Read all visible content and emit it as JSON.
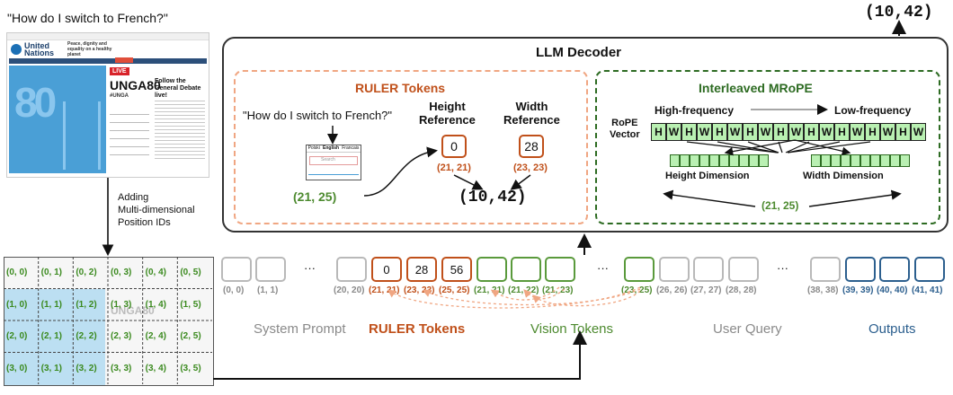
{
  "query_text": "\"How do I switch to French?\"",
  "top_output": "(10,42)",
  "webpage": {
    "brand": "United Nations",
    "tagline": "Peace, dignity and equality on a healthy planet",
    "live_badge": "LIVE",
    "event_title": "UNGA80",
    "event_sub": "#UNGA",
    "headline": "Follow the General Debate live!",
    "watermark": "UNGA80"
  },
  "adding_label": "Adding\nMulti-dimensional\nPosition IDs",
  "grid_cells": [
    [
      "(0, 0)",
      "(0, 1)",
      "(0, 2)",
      "(0, 3)",
      "(0, 4)",
      "(0, 5)"
    ],
    [
      "(1, 0)",
      "(1, 1)",
      "(1, 2)",
      "(1, 3)",
      "(1, 4)",
      "(1, 5)"
    ],
    [
      "(2, 0)",
      "(2, 1)",
      "(2, 2)",
      "(2, 3)",
      "(2, 4)",
      "(2, 5)"
    ],
    [
      "(3, 0)",
      "(3, 1)",
      "(3, 2)",
      "(3, 3)",
      "(3, 4)",
      "(3, 5)"
    ]
  ],
  "decoder": {
    "title": "LLM Decoder",
    "ruler": {
      "title": "RULER Tokens",
      "query": "\"How do I switch to French?\"",
      "height_ref_label": "Height\nReference",
      "width_ref_label": "Width\nReference",
      "height_value": "0",
      "width_value": "28",
      "height_coord": "(21, 21)",
      "width_coord": "(23, 23)",
      "target_coord": "(21, 25)",
      "result": "(10,42)",
      "mini_tabs": [
        "Polski",
        "English",
        "Francais"
      ],
      "mini_search": "Search"
    },
    "mrope": {
      "title": "Interleaved MRoPE",
      "high_freq": "High-frequency",
      "low_freq": "Low-frequency",
      "vector_label": "RoPE\nVector",
      "vector": [
        "H",
        "W",
        "H",
        "W",
        "H",
        "W",
        "H",
        "W",
        "H",
        "W",
        "H",
        "W",
        "H",
        "W",
        "H",
        "W",
        "H",
        "W"
      ],
      "height_dim": "Height Dimension",
      "width_dim": "Width Dimension",
      "coord": "(21, 25)"
    }
  },
  "sequence": {
    "ellipsis": "···",
    "tokens": [
      {
        "text": "",
        "pos": "(0, 0)",
        "kind": "gray"
      },
      {
        "text": "",
        "pos": "(1, 1)",
        "kind": "gray"
      },
      {
        "text": "",
        "pos": "(20, 20)",
        "kind": "gray"
      },
      {
        "text": "0",
        "pos": "(21, 21)",
        "kind": "ruler"
      },
      {
        "text": "28",
        "pos": "(23, 23)",
        "kind": "ruler"
      },
      {
        "text": "56",
        "pos": "(25, 25)",
        "kind": "ruler"
      },
      {
        "text": "",
        "pos": "(21, 21)",
        "kind": "vision"
      },
      {
        "text": "",
        "pos": "(21, 22)",
        "kind": "vision"
      },
      {
        "text": "",
        "pos": "(21, 23)",
        "kind": "vision"
      },
      {
        "text": "",
        "pos": "(23, 25)",
        "kind": "vision"
      },
      {
        "text": "",
        "pos": "(26, 26)",
        "kind": "gray"
      },
      {
        "text": "",
        "pos": "(27, 27)",
        "kind": "gray"
      },
      {
        "text": "",
        "pos": "(28, 28)",
        "kind": "gray"
      },
      {
        "text": "",
        "pos": "(38, 38)",
        "kind": "gray"
      },
      {
        "text": "",
        "pos": "(39, 39)",
        "kind": "out"
      },
      {
        "text": "",
        "pos": "(40, 40)",
        "kind": "out"
      },
      {
        "text": "",
        "pos": "(41, 41)",
        "kind": "out"
      }
    ],
    "categories": [
      "System Prompt",
      "RULER Tokens",
      "Vision Tokens",
      "User Query",
      "Outputs"
    ]
  }
}
